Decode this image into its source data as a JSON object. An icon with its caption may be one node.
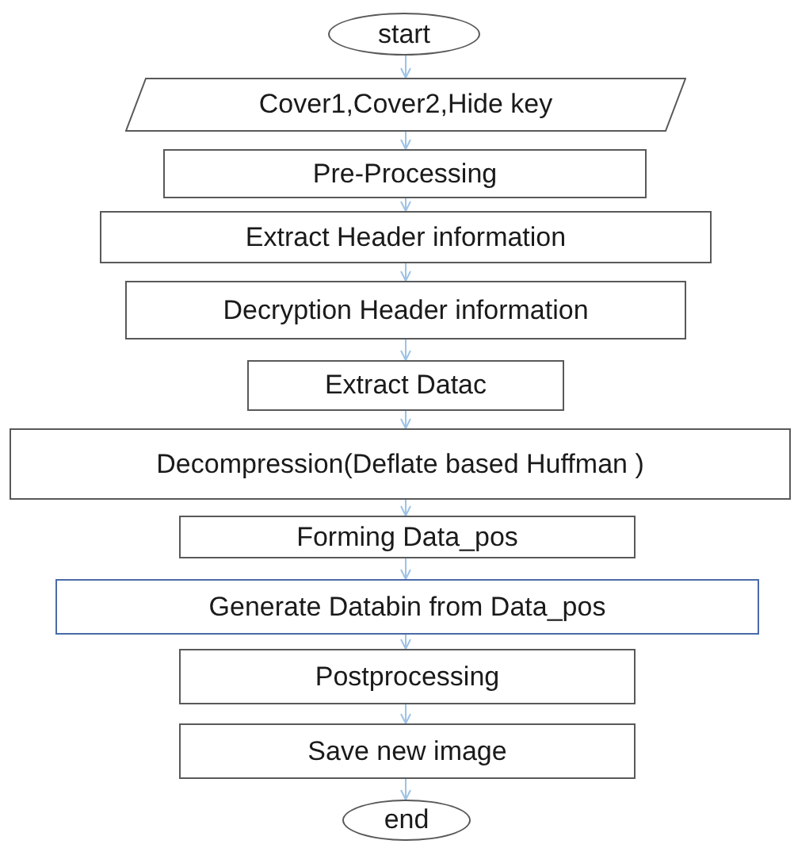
{
  "diagram": {
    "nodes": [
      {
        "text": [
          "start"
        ]
      },
      {
        "text": [
          "Cover1,Cover2,Hide key"
        ]
      },
      {
        "text": [
          "Pre-Processing"
        ]
      },
      {
        "text": [
          "Extract Header information"
        ]
      },
      {
        "text": [
          "Decryption Header information"
        ]
      },
      {
        "text": [
          "Extract Datac"
        ]
      },
      {
        "text": [
          "Decompression(Deflate based Huffman )"
        ]
      },
      {
        "text": [
          "Forming Data_pos"
        ]
      },
      {
        "text": [
          "Generate Databin from Data_pos"
        ]
      },
      {
        "text": [
          "Postprocessing"
        ]
      },
      {
        "text": [
          "Save new image"
        ]
      },
      {
        "text": [
          "end"
        ]
      }
    ],
    "edges": [
      {
        "from": 0,
        "to": 1,
        "arrow": "to"
      },
      {
        "from": 1,
        "to": 2,
        "arrow": "to"
      },
      {
        "from": 2,
        "to": 3,
        "arrow": "to"
      },
      {
        "from": 3,
        "to": 4,
        "arrow": "to"
      },
      {
        "from": 4,
        "to": 5,
        "arrow": "to"
      },
      {
        "from": 5,
        "to": 6,
        "arrow": "to"
      },
      {
        "from": 6,
        "to": 7,
        "arrow": "to"
      },
      {
        "from": 7,
        "to": 8,
        "arrow": "to"
      },
      {
        "from": 8,
        "to": 9,
        "arrow": "to"
      },
      {
        "from": 9,
        "to": 10,
        "arrow": "to"
      },
      {
        "from": 10,
        "to": 11,
        "arrow": "to"
      }
    ]
  }
}
